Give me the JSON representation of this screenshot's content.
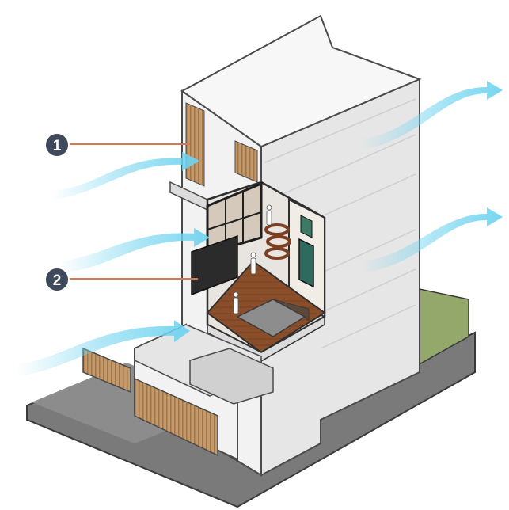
{
  "callouts": [
    {
      "number": "1"
    },
    {
      "number": "2"
    }
  ],
  "colors": {
    "wall": "#ececec",
    "wall_shade": "#d9d9d9",
    "outline": "#4a4a4a",
    "floor_wood": "#8a4f2a",
    "lawn": "#93a86a",
    "pavement": "#7a7a7a",
    "airflow": "#6fd3f0",
    "callout_fill": "#3e4a5c",
    "callout_line": "#d9774f",
    "timber": "#b88a5a"
  },
  "airflow_arrows": 5
}
